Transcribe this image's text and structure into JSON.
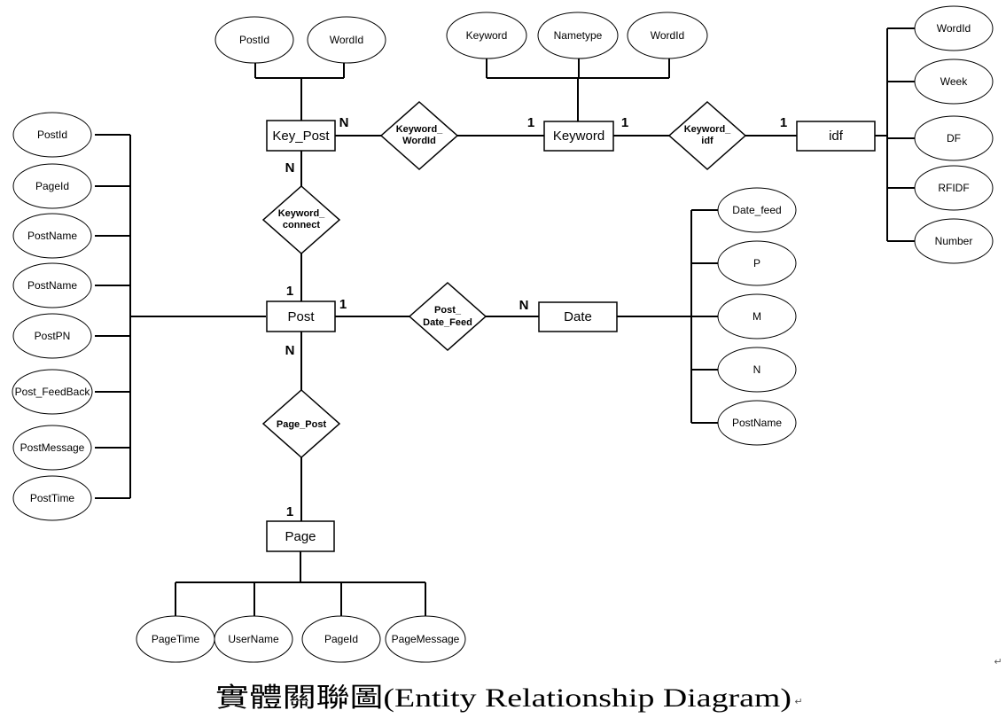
{
  "entities": {
    "key_post": "Key_Post",
    "keyword": "Keyword",
    "idf": "idf",
    "post": "Post",
    "date": "Date",
    "page": "Page"
  },
  "relationships": {
    "keyword_wordid": [
      "Keyword_",
      "WordId"
    ],
    "keyword_idf": [
      "Keyword_",
      "idf"
    ],
    "keyword_connect": [
      "Keyword_",
      "connect"
    ],
    "post_date_feed": [
      "Post_",
      "Date_Feed"
    ],
    "page_post": [
      "Page_Post"
    ]
  },
  "attributes": {
    "key_post": [
      "PostId",
      "WordId"
    ],
    "keyword": [
      "Keyword",
      "Nametype",
      "WordId"
    ],
    "idf": [
      "WordId",
      "Week",
      "DF",
      "RFIDF",
      "Number"
    ],
    "post": [
      "PostId",
      "PageId",
      "PostName",
      "PostName",
      "PostPN",
      "Post_FeedBack",
      "PostMessage",
      "PostTime"
    ],
    "date": [
      "Date_feed",
      "P",
      "M",
      "N",
      "PostName"
    ],
    "page": [
      "PageTime",
      "UserName",
      "PageId",
      "PageMessage"
    ]
  },
  "cardinalities": {
    "key_post_to_keyword_wordid": "N",
    "keyword_to_keyword_wordid": "1",
    "keyword_to_keyword_idf": "1",
    "idf_to_keyword_idf": "1",
    "key_post_to_keyword_connect": "N",
    "post_to_keyword_connect": "1",
    "post_to_post_date_feed": "1",
    "date_to_post_date_feed": "N",
    "post_to_page_post": "N",
    "page_to_page_post": "1"
  },
  "caption": "實體關聯圖(Entity Relationship Diagram)",
  "marks": {
    "paragraph": "↵"
  }
}
